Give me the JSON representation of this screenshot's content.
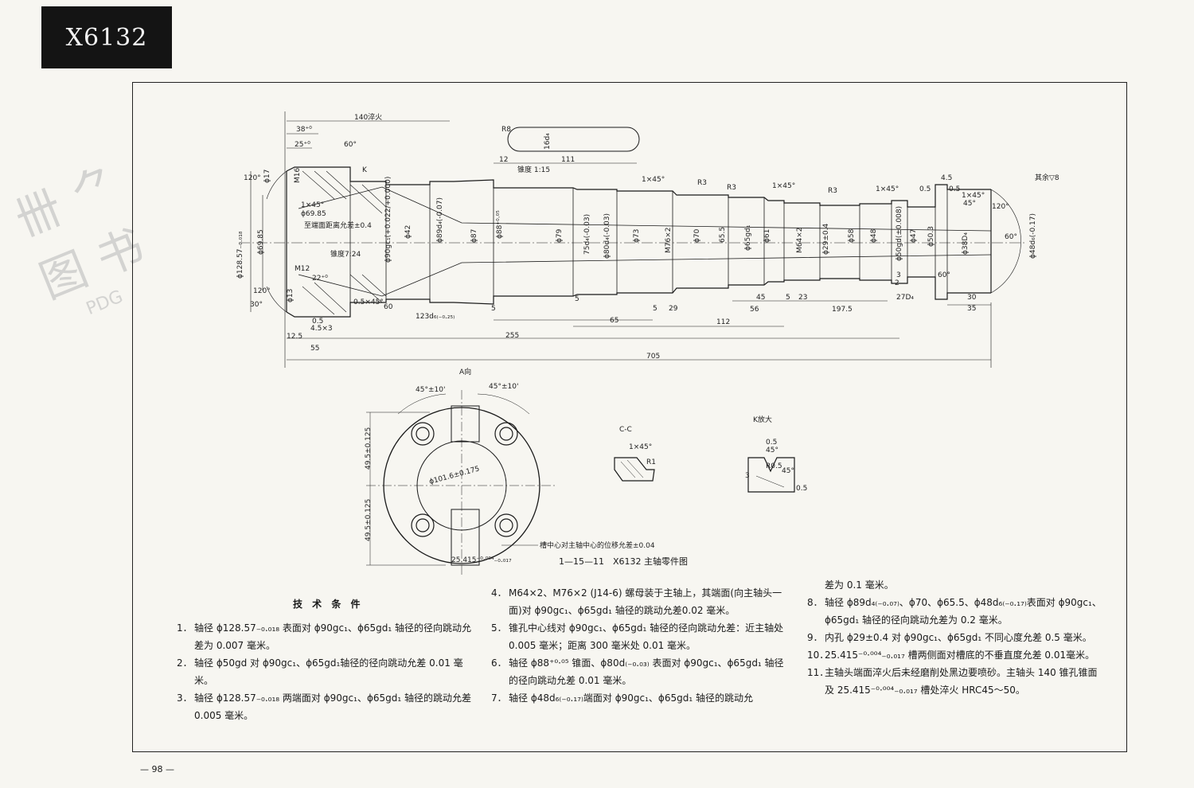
{
  "header": {
    "tag": "X6132"
  },
  "watermark": {
    "text": "PDG"
  },
  "drawing": {
    "labels": {
      "quench_140": "140淬火",
      "len_38": "38⁺⁰",
      "len_25": "25⁺⁰",
      "ang_60": "60°",
      "k_mark": "K",
      "ang_120_top": "120°",
      "d17": "ϕ17",
      "m16": "M16",
      "cham_1x45_a": "1×45°",
      "d69_85_small": "ϕ69.85",
      "face_tol": "至端面距离允差±0.4",
      "d128": "ϕ128.57₋₀.₀₁₈",
      "d69_85": "ϕ69.85",
      "taper_7_24": "锥度7:24",
      "m12": "M12",
      "len_22": "22⁺⁰",
      "ang_120_bot": "120°",
      "ang_30": "30°",
      "d13": "ϕ13",
      "len_0_5": "0.5",
      "len_4_5": "4.5×3",
      "len_12_5": "12.5",
      "len_55": "55",
      "cham_0_5": "0.5×45°",
      "len_60": "60",
      "len_123": "123d₆₍₋₀.₂₅₎",
      "len_255": "255",
      "len_705": "705",
      "r8": "R8",
      "slot_16": "16d₄",
      "len_12": "12",
      "len_111": "111",
      "taper_1_15": "锥度 1:15",
      "d90": "ϕ90gc₁(+0.022/+0.000)",
      "d42": "ϕ42",
      "d89": "ϕ89d₄(-0.07)",
      "d87": "ϕ87",
      "d88": "ϕ88⁺⁰·⁰⁵",
      "d79": "ϕ79",
      "d75": "75d₄(-0.03)",
      "d80": "ϕ80d₄(-0.03)",
      "cham_1x45_b": "1×45°",
      "d73": "ϕ73",
      "m76": "M76×2",
      "r3_a": "R3",
      "r3_b": "R3",
      "d70": "ϕ70",
      "d65_5": "65.5",
      "d65gd": "ϕ65gd₁",
      "d61": "ϕ61",
      "cham_1x45_c": "1×45°",
      "m64": "M64×2",
      "r3_c": "R3",
      "d29": "ϕ29±0.4",
      "d58": "ϕ58",
      "d48": "ϕ48",
      "cham_1x45_d": "1×45°",
      "d50gd": "ϕ50gd(±0.008)",
      "d47": "ϕ47",
      "d50_3": "ϕ50.3",
      "d38": "ϕ38D₄",
      "d48d": "ϕ48d₆(-0.17)",
      "len_4_5b": "4.5",
      "len_0_5b": "0.5",
      "len_0_5c": "0.5",
      "cham_1x45_e": "1×45°",
      "ang_45": "45°",
      "ang_120_r": "120°",
      "ang_60_r": "60°",
      "ang_60_r2": "60°",
      "rest_finish": "其余▽8",
      "len_5a": "5",
      "len_5b": "5",
      "len_5c": "5",
      "len_5d": "5",
      "len_29": "29",
      "len_45": "45",
      "len_23": "23",
      "len_65": "65",
      "len_112": "112",
      "len_56": "56",
      "len_197_5": "197.5",
      "len_3": "3",
      "len_2": "2",
      "len_27": "27D₄",
      "len_30": "30",
      "len_35": "35",
      "view_a": "A向",
      "ang_45_10a": "45°±10'",
      "ang_45_10b": "45°±10'",
      "d101_6": "ϕ101.6±0.175",
      "len_49_5a": "49.5±0.125",
      "len_49_5b": "49.5±0.125",
      "slot_note": "槽中心对主轴中心的位移允差±0.04",
      "len_25_415": "25.415⁻⁰·⁰⁰⁴₋₀.₀₁₇",
      "section_cc": "C-C",
      "cc_1x45": "1×45°",
      "cc_r1": "R1",
      "k_detail": "K放大",
      "k_0_5": "0.5",
      "k_45": "45°",
      "k_r0_5": "R0.5",
      "k_45b": "45°",
      "k_3": "3",
      "k_0_5b": "0.5"
    },
    "caption": "1—15—11　X6132 主轴零件图"
  },
  "notes": {
    "title": "技 术 条 件",
    "col1": [
      {
        "num": "1．",
        "text": "轴径 ϕ128.57₋₀.₀₁₈ 表面对 ϕ90gc₁、ϕ65gd₁ 轴径的径向跳动允差为 0.007 毫米。"
      },
      {
        "num": "2．",
        "text": "轴径 ϕ50gd 对 ϕ90gc₁、ϕ65gd₁轴径的径向跳动允差 0.01 毫米。"
      },
      {
        "num": "3．",
        "text": "轴径 ϕ128.57₋₀.₀₁₈ 两端面对 ϕ90gc₁、ϕ65gd₁ 轴径的跳动允差 0.005 毫米。"
      }
    ],
    "col2": [
      {
        "num": "4．",
        "text": "M64×2、M76×2 (J14-6) 螺母装于主轴上，其端面(向主轴头一面)对 ϕ90gc₁、ϕ65gd₁ 轴径的跳动允差0.02 毫米。"
      },
      {
        "num": "5．",
        "text": "锥孔中心线对 ϕ90gc₁、ϕ65gd₁ 轴径的径向跳动允差：近主轴处 0.005 毫米；距离 300 毫米处 0.01 毫米。"
      },
      {
        "num": "6．",
        "text": "轴径 ϕ88⁺⁰·⁰⁵ 锥面、ϕ80d₍₋₀.₀₃₎ 表面对 ϕ90gc₁、ϕ65gd₁ 轴径的径向跳动允差 0.01 毫米。"
      },
      {
        "num": "7．",
        "text": "轴径 ϕ48d₆₍₋₀.₁₇₎端面对 ϕ90gc₁、ϕ65gd₁ 轴径的跳动允"
      }
    ],
    "col3_lead": "差为 0.1 毫米。",
    "col3": [
      {
        "num": "8．",
        "text": "轴径 ϕ89d₄₍₋₀.₀₇₎、ϕ70、ϕ65.5、ϕ48d₆₍₋₀.₁₇₎表面对 ϕ90gc₁、ϕ65gd₁ 轴径的径向跳动允差为 0.2 毫米。"
      },
      {
        "num": "9．",
        "text": "内孔 ϕ29±0.4 对 ϕ90gc₁、ϕ65gd₁ 不同心度允差 0.5 毫米。"
      },
      {
        "num": "10．",
        "text": "25.415⁻⁰·⁰⁰⁴₋₀.₀₁₇ 槽两侧面对槽底的不垂直度允差 0.01毫米。"
      },
      {
        "num": "11．",
        "text": "主轴头端面淬火后未经磨削处黑边要喷砂。主轴头 140 锥孔锥面及 25.415⁻⁰·⁰⁰⁴₋₀.₀₁₇ 槽处淬火 HRC45～50。"
      }
    ]
  },
  "footer": {
    "page": "— 98 —"
  }
}
